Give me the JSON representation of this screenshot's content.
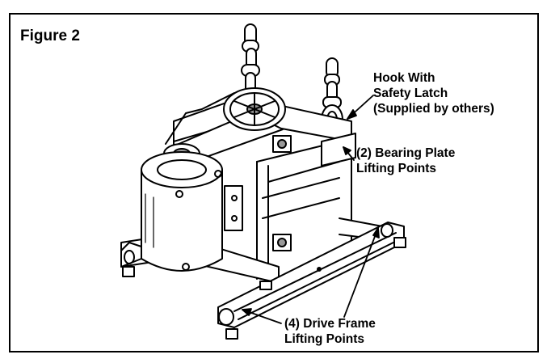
{
  "figure": {
    "title": "Figure 2"
  },
  "callouts": {
    "hook": [
      "Hook With",
      "Safety Latch",
      "(Supplied by others)"
    ],
    "bearing": [
      "(2) Bearing Plate",
      "Lifting Points"
    ],
    "frame": [
      "(4) Drive Frame",
      "Lifting Points"
    ]
  },
  "colors": {
    "line": "#000000",
    "background": "#ffffff",
    "shade": "#9a9a9a"
  }
}
